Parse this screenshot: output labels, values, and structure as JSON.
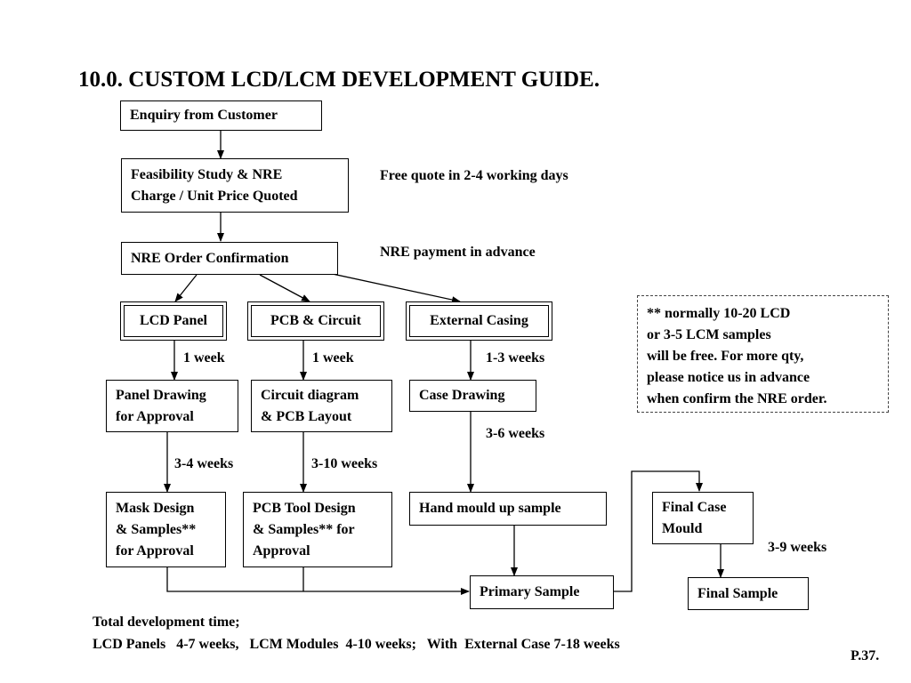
{
  "title": "10.0. CUSTOM LCD/LCM DEVELOPMENT GUIDE.",
  "nodes": {
    "enquiry": "Enquiry from Customer",
    "feasibility": [
      "Feasibility Study & NRE",
      "Charge / Unit Price Quoted"
    ],
    "nre_order": "NRE Order Confirmation",
    "lcd_panel": "LCD Panel",
    "pcb_circuit": "PCB & Circuit",
    "external_casing": "External Casing",
    "panel_drawing": [
      "Panel Drawing",
      "for Approval"
    ],
    "circuit_diagram": [
      "Circuit diagram",
      "& PCB Layout"
    ],
    "case_drawing": "Case Drawing",
    "mask_design": [
      "Mask Design",
      "& Samples**",
      "for Approval"
    ],
    "pcb_tool": [
      "PCB Tool Design",
      "& Samples** for",
      "Approval"
    ],
    "hand_mould": "Hand mould up sample",
    "final_case": [
      "Final Case",
      "Mould"
    ],
    "primary_sample": "Primary Sample",
    "final_sample": "Final Sample"
  },
  "annotations": {
    "free_quote": "Free quote in 2-4 working days",
    "nre_payment": "NRE payment in advance",
    "lcd_week": "1 week",
    "pcb_week": "1 week",
    "casing_weeks": "1-3 weeks",
    "panel_weeks": "3-4 weeks",
    "circuit_weeks": "3-10 weeks",
    "case_weeks": "3-6 weeks",
    "final_weeks": "3-9 weeks"
  },
  "note": [
    "** normally 10-20 LCD",
    "or 3-5 LCM samples",
    "will be free. For more qty,",
    "please notice us in advance",
    "when confirm the NRE order."
  ],
  "footer": {
    "line1": "Total development time;",
    "line2": "LCD Panels   4-7 weeks,   LCM Modules  4-10 weeks;   With  External Case 7-18 weeks"
  },
  "page_number": "P.37."
}
